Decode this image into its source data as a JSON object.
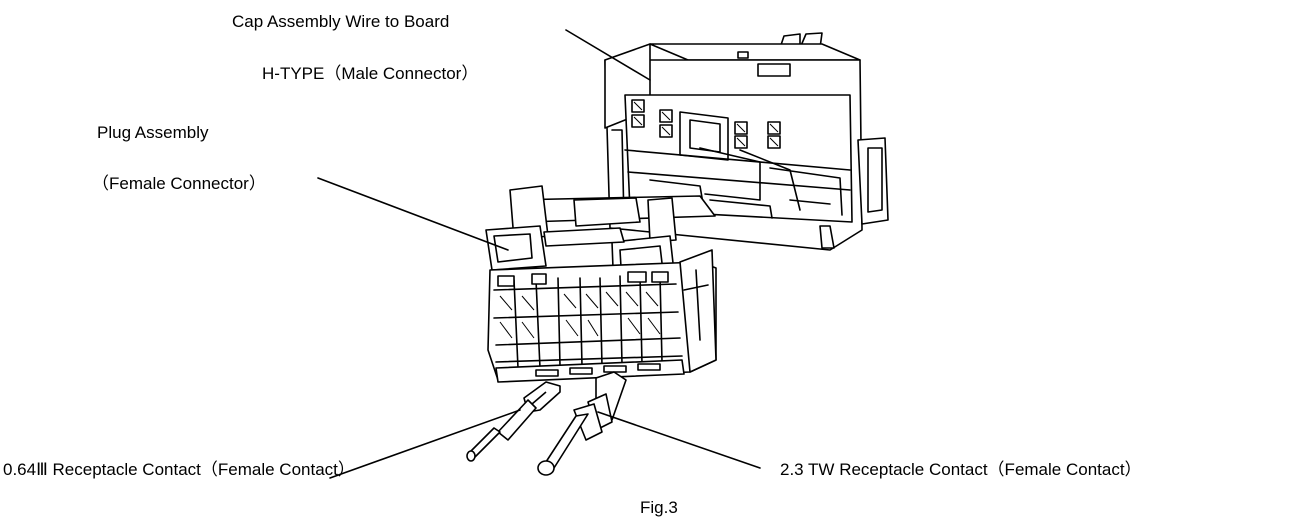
{
  "labels": {
    "cap_line1": "Cap Assembly Wire to Board",
    "cap_line2": "H-TYPE（Male Connector）",
    "plug_line1": "Plug Assembly",
    "plug_line2": "（Female Connector）",
    "contact_small": "0.64Ⅲ  Receptacle Contact（Female Contact）",
    "contact_large": "2.3 TW Receptacle Contact（Female Contact）",
    "figure_caption": "Fig.3"
  }
}
